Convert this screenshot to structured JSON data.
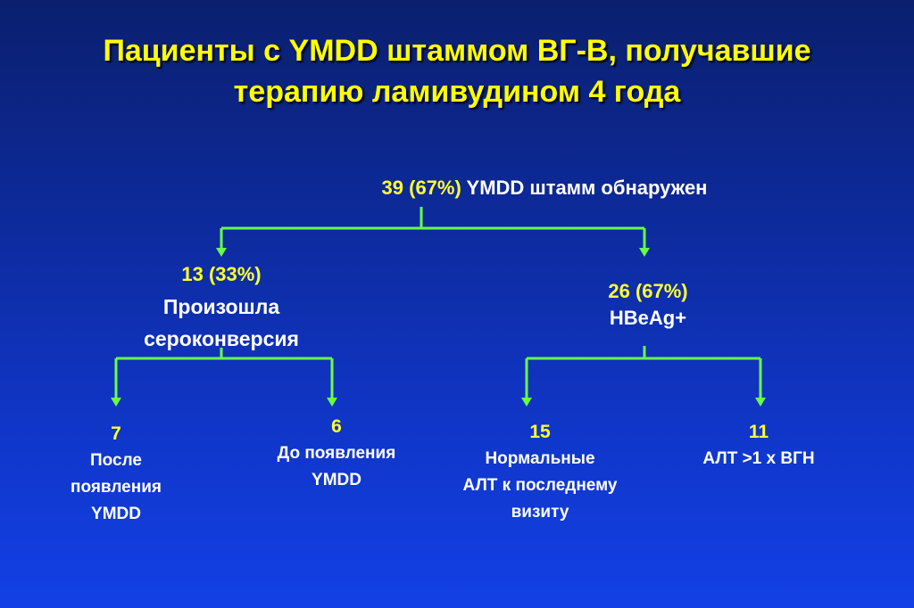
{
  "title": {
    "line1": "Пациенты с YMDD штаммом ВГ-В, получавшие",
    "line2": "терапию ламивудином 4 года"
  },
  "root": {
    "count": "39 (67%)",
    "label": "YMDD штамм обнаружен"
  },
  "left": {
    "count": "13 (33%)",
    "line1": "Произошла",
    "line2": "сероконверсия"
  },
  "right": {
    "count": "26 (67%)",
    "line1": "HBeAg+"
  },
  "leaves": [
    {
      "count": "7",
      "line1": "После",
      "line2": "появления",
      "line3": "YMDD"
    },
    {
      "count": "6",
      "line1": "До появления",
      "line2": "YMDD"
    },
    {
      "count": "15",
      "line1": "Нормальные",
      "line2": "АЛТ к последнему",
      "line3": "визиту"
    },
    {
      "count": "11",
      "line1": "АЛТ >1 х ВГН"
    }
  ],
  "colors": {
    "title": "#ffff00",
    "numbers": "#ffff33",
    "connectors": "#66ff44",
    "text": "#ffffff"
  }
}
